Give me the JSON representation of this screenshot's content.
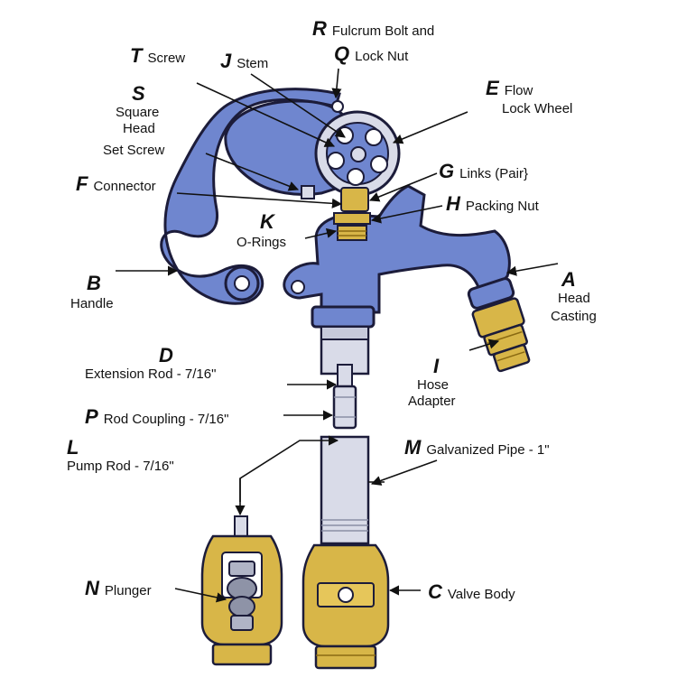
{
  "colors": {
    "casting": "#6f86cf",
    "casting_outline": "#1c1c3a",
    "brass": "#d8b648",
    "brass_dark": "#8a6a12",
    "steel": "#d9dbe8",
    "steel_dark": "#8a8fa6"
  },
  "labels": {
    "R": {
      "letter": "R",
      "text": "Fulcrum Bolt and"
    },
    "Q": {
      "letter": "Q",
      "text": "Lock Nut"
    },
    "T": {
      "letter": "T",
      "text": "Screw"
    },
    "J": {
      "letter": "J",
      "text": "Stem"
    },
    "S": {
      "letter": "S",
      "text": "Square",
      "line2": "Head",
      "line3": "Set Screw"
    },
    "E": {
      "letter": "E",
      "text": "Flow",
      "line2": "Lock Wheel"
    },
    "G": {
      "letter": "G",
      "text": "Links (Pair}"
    },
    "F": {
      "letter": "F",
      "text": "Connector"
    },
    "H": {
      "letter": "H",
      "text": "Packing Nut"
    },
    "K": {
      "letter": "K",
      "text": "O-Rings"
    },
    "B": {
      "letter": "B",
      "text": "Handle"
    },
    "A": {
      "letter": "A",
      "text": "Head",
      "line2": "Casting"
    },
    "D": {
      "letter": "D",
      "text": "Extension Rod - 7/16\""
    },
    "I": {
      "letter": "I",
      "text": "Hose",
      "line2": "Adapter"
    },
    "P": {
      "letter": "P",
      "text": "Rod Coupling - 7/16\""
    },
    "L": {
      "letter": "L",
      "text": "Pump Rod - 7/16\""
    },
    "M": {
      "letter": "M",
      "text": "Galvanized Pipe - 1\""
    },
    "N": {
      "letter": "N",
      "text": "Plunger"
    },
    "C": {
      "letter": "C",
      "text": "Valve Body"
    }
  }
}
